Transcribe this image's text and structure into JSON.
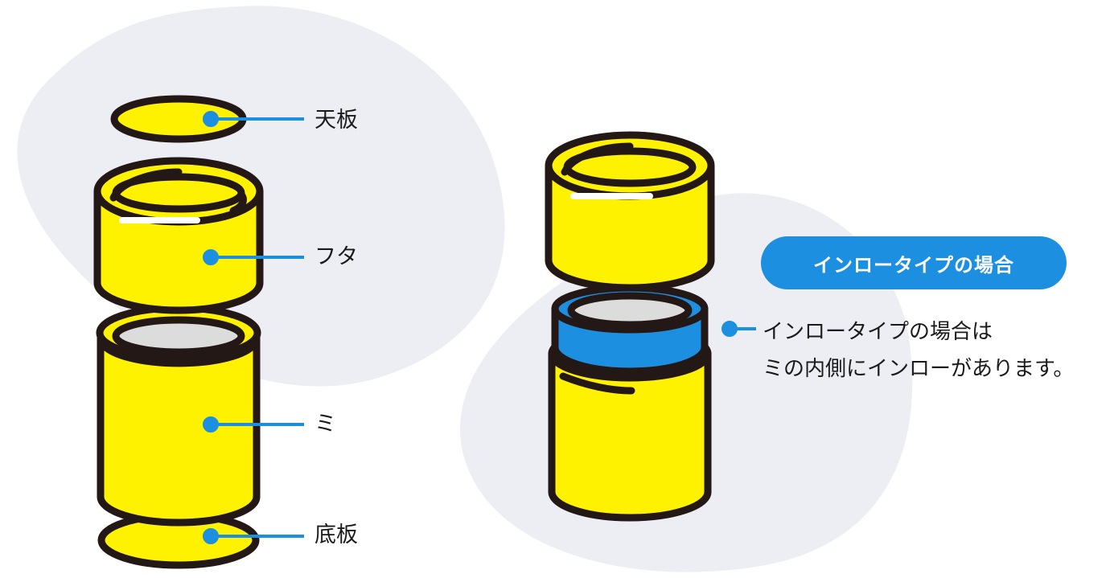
{
  "labels": {
    "tenban": "天板",
    "futa": "フタ",
    "mi": "ミ",
    "sokoban": "底板"
  },
  "inro": {
    "badge": "インロータイプの場合",
    "note_line1": "インロータイプの場合は",
    "note_line2": "ミの内側にインローがあります。"
  },
  "colors": {
    "background_blob": "#eceef3",
    "body_yellow": "#fff200",
    "outline": "#231815",
    "inner_gray": "#dcdcdc",
    "accent_blue": "#1d8fe0"
  }
}
